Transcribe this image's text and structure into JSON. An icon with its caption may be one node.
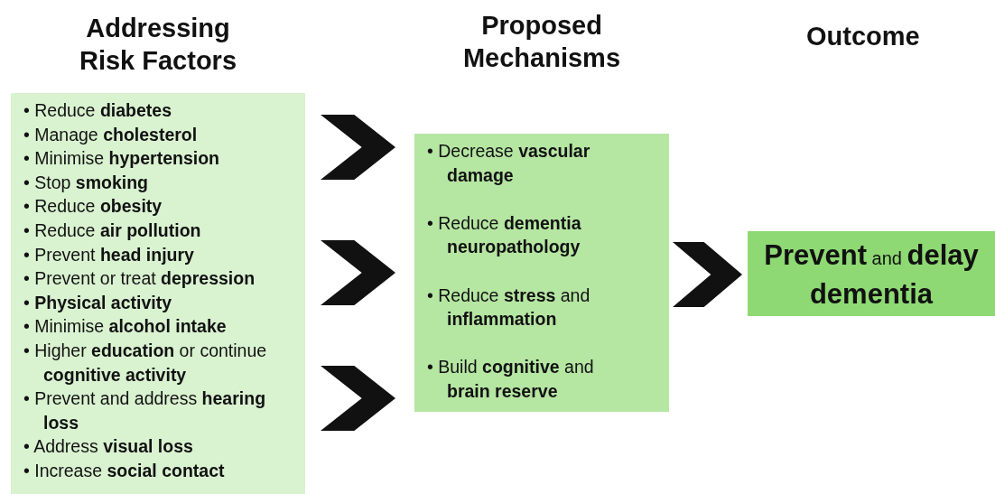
{
  "diagram": {
    "nodes": [
      {
        "text": [
          "Addressing Risk Factors",
          "• Reduce **diabetes**",
          "• Manage **cholesterol**",
          "• Minimise **hypertension**",
          "• Stop **smoking**",
          "• Reduce **obesity**",
          "• Reduce **air pollution**",
          "• Prevent **head injury**",
          "• Prevent or treat **depression**",
          "• **Physical activity**",
          "• Minimise **alcohol intake**",
          "• Higher **education** or continue **cognitive activity**",
          "• Prevent and address **hearing loss**",
          "• Address **visual loss**",
          "• Increase **social contact**"
        ]
      },
      {
        "text": [
          "Proposed Mechanisms",
          "• Decrease **vascular damage**",
          "• Reduce **dementia neuropathology**",
          "• Reduce **stress** and **inflammation**",
          "• Build **cognitive** and **brain reserve**"
        ]
      },
      {
        "text": [
          "**Prevent** and **delay dementia**"
        ]
      }
    ],
    "edges": [
      {
        "from": 0,
        "to": 1,
        "arrow": "to"
      },
      {
        "from": 0,
        "to": 1,
        "arrow": "to"
      },
      {
        "from": 0,
        "to": 1,
        "arrow": "to"
      },
      {
        "from": 1,
        "to": 2,
        "arrow": "to"
      }
    ],
    "labels": [
      "Outcome"
    ]
  }
}
